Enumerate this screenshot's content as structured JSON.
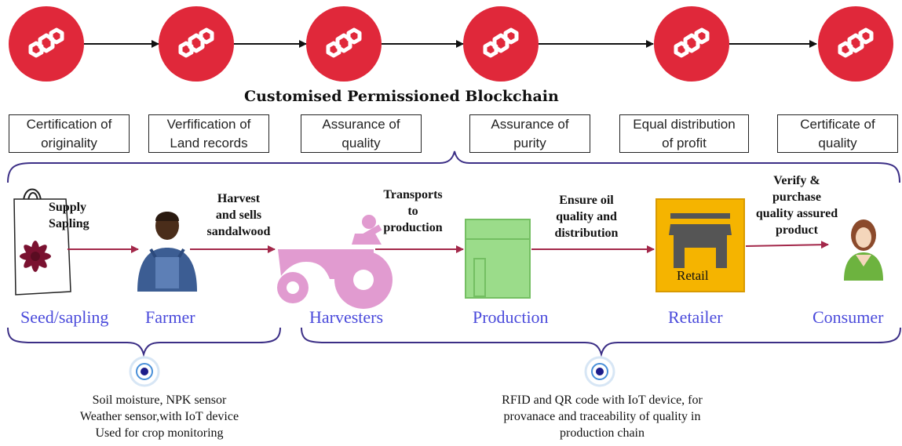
{
  "title": "Customised Permissioned Blockchain",
  "nodes": [
    "blockchain-node",
    "blockchain-node",
    "blockchain-node",
    "blockchain-node",
    "blockchain-node",
    "blockchain-node"
  ],
  "checks": [
    "Certification of\noriginality",
    "Verfification of\nLand records",
    "Assurance of\nquality",
    "Assurance of\npurity",
    "Equal distribution\nof profit",
    "Certificate of\nquality"
  ],
  "stages": [
    "Seed/sapling",
    "Farmer",
    "Harvesters",
    "Production",
    "Retailer",
    "Consumer"
  ],
  "flows": [
    "Supply\nSapling",
    "Harvest\nand sells\nsandalwood",
    "Transports\nto\nproduction",
    "Ensure oil\nquality and\ndistribution",
    "Verify &\npurchase\nquality assured\nproduct"
  ],
  "retail_sign": "Retail",
  "sensors": {
    "farm": "Soil moisture, NPK sensor\nWeather sensor,with IoT device\nUsed for crop monitoring",
    "chain": "RFID and QR code with IoT device, for\nprovanace and traceability of quality in\nproduction chain"
  },
  "colors": {
    "node_red": "#e0283a",
    "stage_blue": "#4a4adb",
    "bracket": "#3c2f86",
    "flow_arrow": "#a3284a",
    "tractor": "#e19bd0",
    "factory": "#9bdc8a",
    "retail_bg": "#f5b400"
  }
}
